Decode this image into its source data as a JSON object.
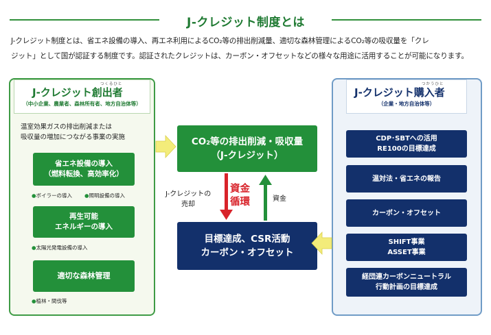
{
  "title": "J-クレジット制度とは",
  "description": {
    "line1": "J-クレジット制度とは、省エネ設備の導入、再エネ利用によるCO₂等の排出削減量、適切な森林管理によるCO₂等の吸収量を「クレ",
    "line2": "ジット」として国が認証する制度です。認証されたクレジットは、カーボン・オフセットなどの様々な用途に活用することが可能になります。"
  },
  "creator": {
    "heading": "J-クレジット創出者",
    "ruby": "つくるひと",
    "subheading": "（中小企業、農業者、森林所有者、地方自治体等）",
    "intro_line1": "温室効果ガスの排出削減または",
    "intro_line2": "吸収量の増加につながる事業の実施",
    "items": [
      {
        "line1": "省エネ設備の導入",
        "line2": "（燃料転換、高効率化）",
        "note1": "ボイラーの導入",
        "note2": "照明設備の導入"
      },
      {
        "line1": "再生可能",
        "line2": "エネルギーの導入",
        "note1": "太陽光発電設備の導入",
        "note2": ""
      },
      {
        "line1": "適切な森林管理",
        "line2": "",
        "note1": "植林・間伐等",
        "note2": ""
      }
    ],
    "bullet": "●"
  },
  "center": {
    "green_line1": "CO₂等の排出削減・吸収量",
    "green_line2": "（J-クレジット）",
    "navy_line1": "目標達成、CSR活動",
    "navy_line2": "カーボン・オフセット",
    "sell_line1": "J-クレジットの",
    "sell_line2": "売却",
    "cycle_line1": "資金",
    "cycle_line2": "循環",
    "funds": "資金"
  },
  "buyer": {
    "heading": "J-クレジット購入者",
    "ruby": "つかうひと",
    "subheading": "（企業・地方自治体等）",
    "items": [
      {
        "line1": "CDP･SBTへの活用",
        "line2": "RE100の目標達成"
      },
      {
        "line1": "温対法・省エネの報告",
        "line2": ""
      },
      {
        "line1": "カーボン・オフセット",
        "line2": ""
      },
      {
        "line1": "SHIFT事業",
        "line2": "ASSET事業"
      },
      {
        "line1": "経団連カーボンニュートラル",
        "line2": "行動計画の目標達成"
      }
    ]
  },
  "colors": {
    "green": "#23903a",
    "title_green": "#1f7a32",
    "navy": "#13306b",
    "red": "#d8232a",
    "arrow_yellow": "#f3ec7a",
    "panel_left_bg": "#f5f9ee",
    "panel_right_bg": "#eef3f9"
  }
}
